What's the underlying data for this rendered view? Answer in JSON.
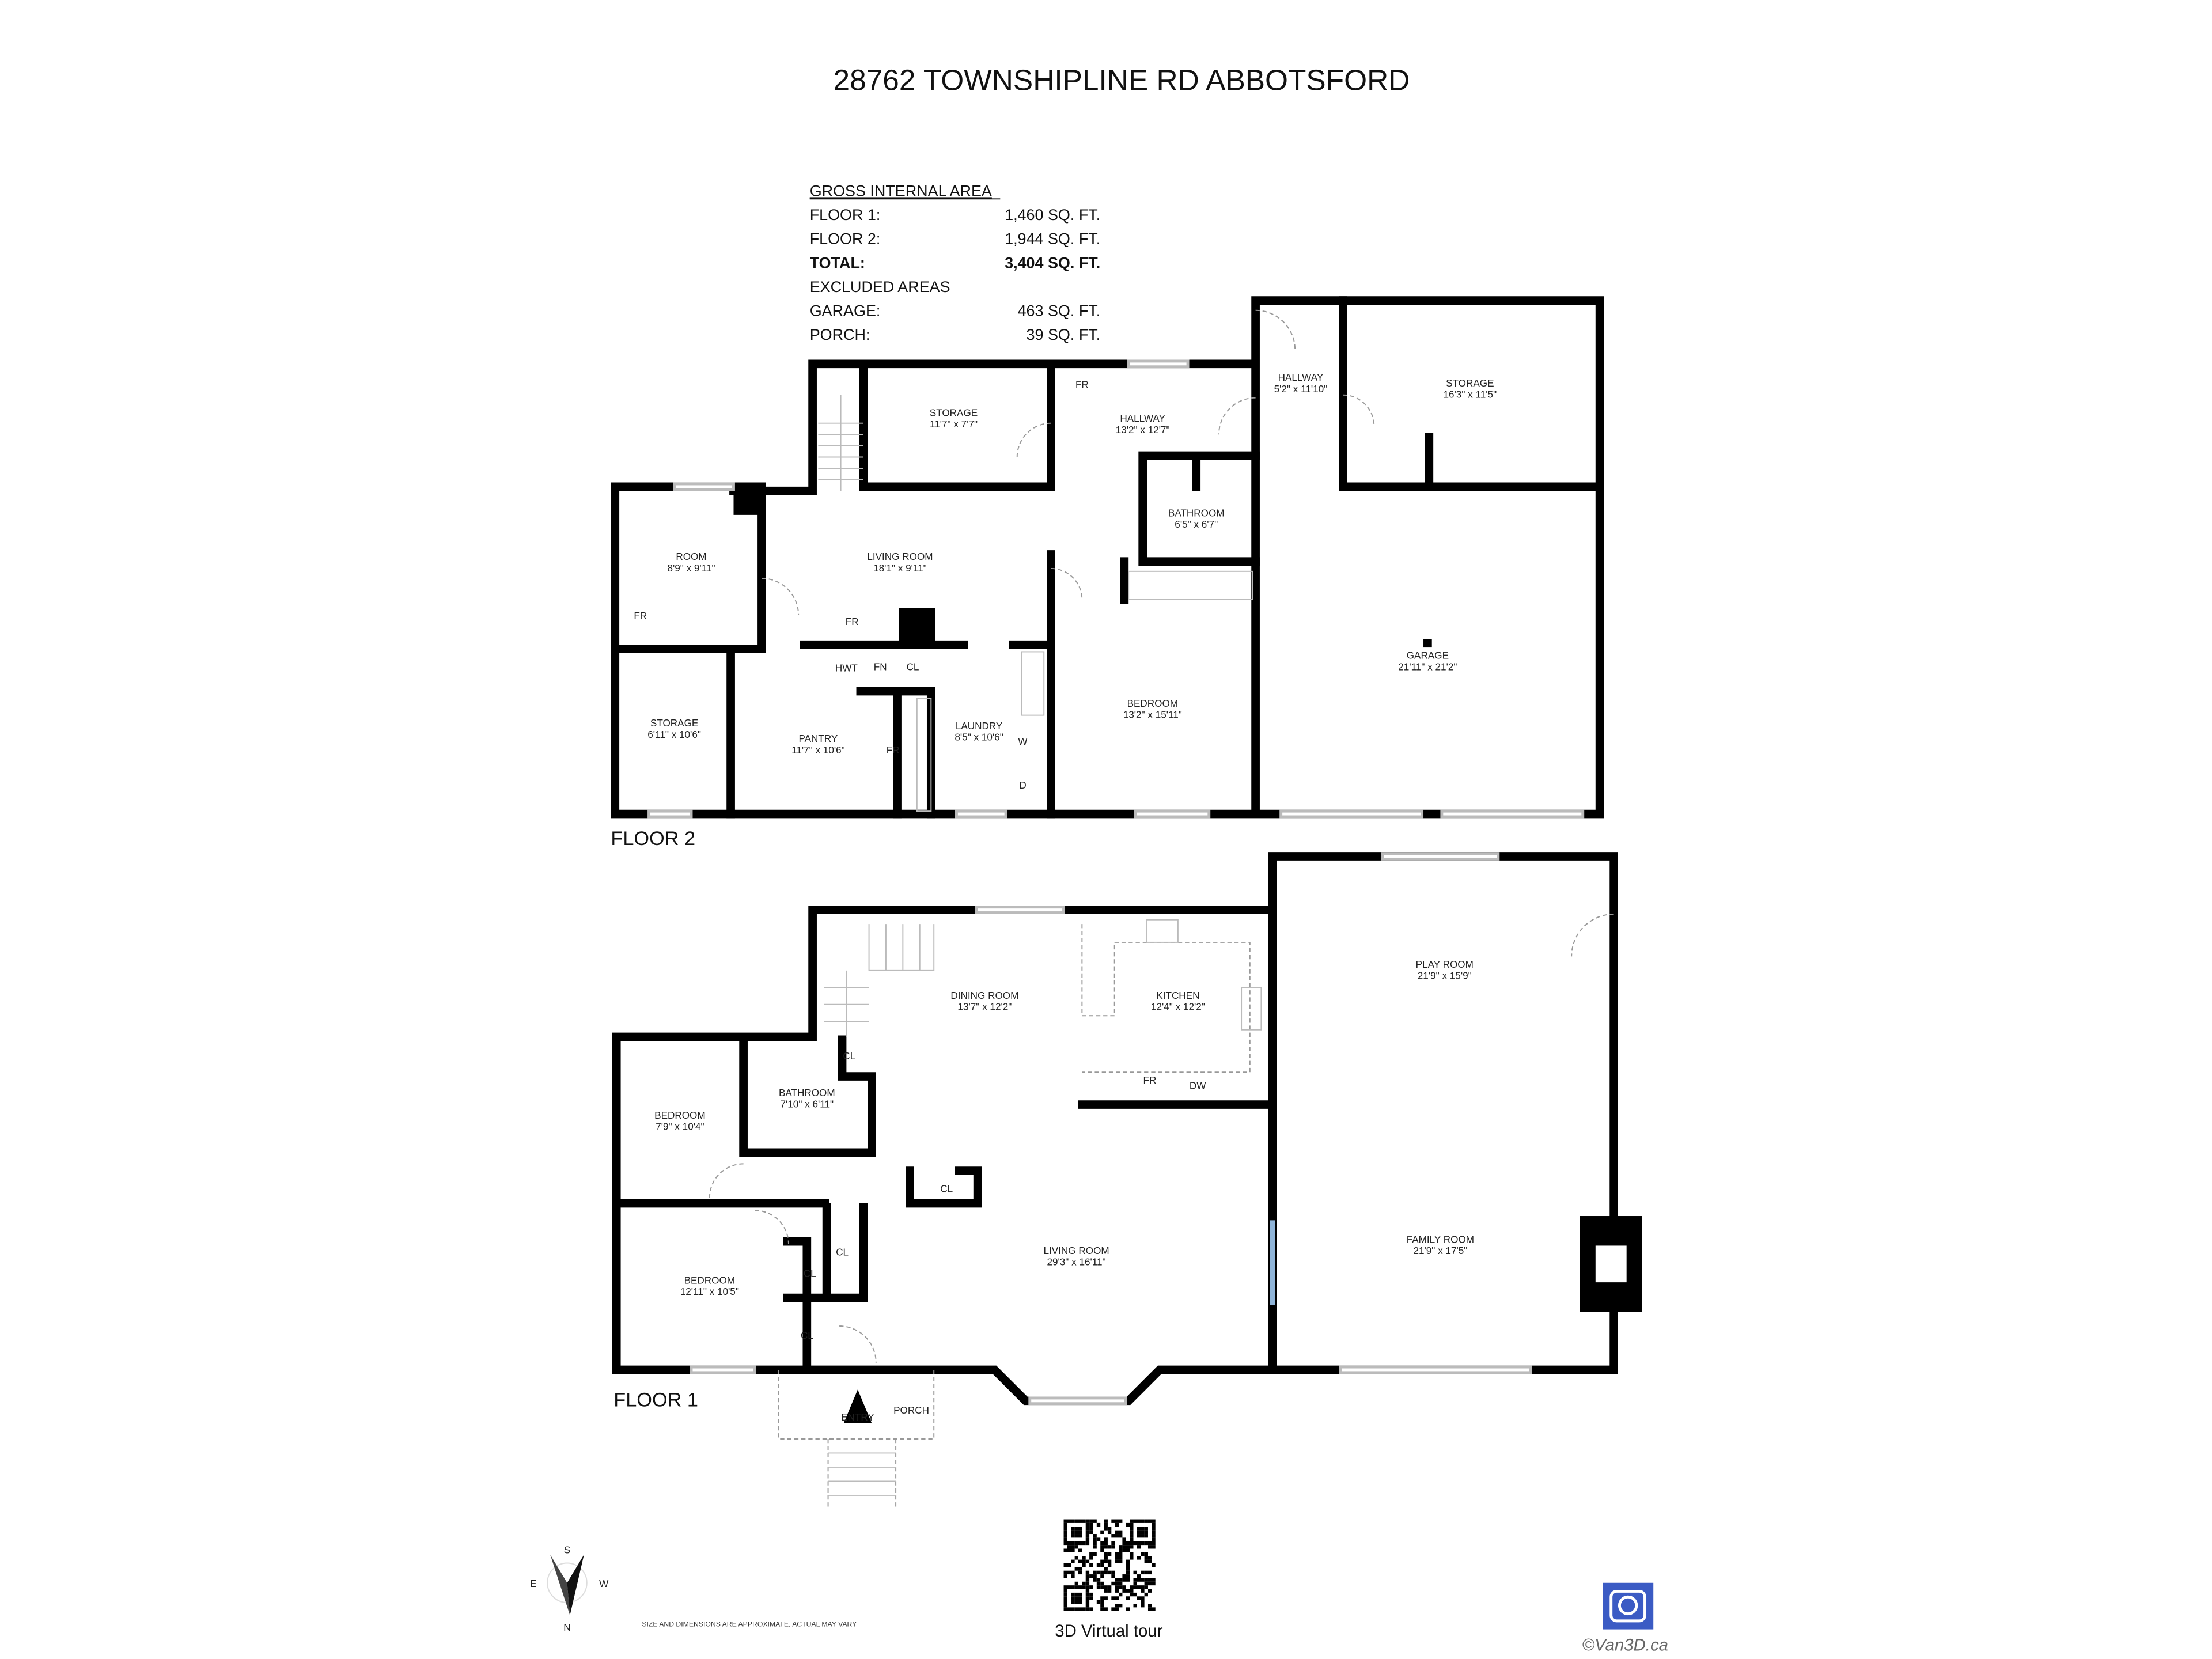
{
  "title": "28762 TOWNSHIPLINE RD ABBOTSFORD",
  "area_summary": {
    "heading": "GROSS INTERNAL AREA",
    "rows": [
      {
        "label": "FLOOR 1:",
        "value": "1,460 SQ. FT."
      },
      {
        "label": "FLOOR 2:",
        "value": "1,944 SQ. FT."
      },
      {
        "label": "TOTAL:",
        "value": "3,404 SQ. FT."
      }
    ],
    "excluded_heading": "EXCLUDED AREAS",
    "excluded_rows": [
      {
        "label": "GARAGE:",
        "value": "463 SQ. FT."
      },
      {
        "label": "PORCH:",
        "value": "39 SQ. FT."
      }
    ]
  },
  "floor2": {
    "label": "FLOOR 2",
    "rooms": [
      {
        "name": "STORAGE",
        "dims": "11'7\" x 7'7\""
      },
      {
        "name": "HALLWAY",
        "dims": "13'2\" x 12'7\""
      },
      {
        "name": "HALLWAY",
        "dims": "5'2\" x 11'10\""
      },
      {
        "name": "STORAGE",
        "dims": "16'3\" x 11'5\""
      },
      {
        "name": "ROOM",
        "dims": "8'9\" x 9'11\""
      },
      {
        "name": "LIVING ROOM",
        "dims": "18'1\" x 9'11\""
      },
      {
        "name": "BATHROOM",
        "dims": "6'5\" x 6'7\""
      },
      {
        "name": "GARAGE",
        "dims": "21'11\" x 21'2\""
      },
      {
        "name": "STORAGE",
        "dims": "6'11\" x 10'6\""
      },
      {
        "name": "PANTRY",
        "dims": "11'7\" x 10'6\""
      },
      {
        "name": "LAUNDRY",
        "dims": "8'5\" x 10'6\""
      },
      {
        "name": "BEDROOM",
        "dims": "13'2\" x 15'11\""
      }
    ],
    "fixtures": [
      "FR",
      "FR",
      "FR",
      "HWT",
      "FN",
      "CL",
      "FR",
      "W",
      "D"
    ]
  },
  "floor1": {
    "label": "FLOOR 1",
    "rooms": [
      {
        "name": "DINING ROOM",
        "dims": "13'7\" x 12'2\""
      },
      {
        "name": "KITCHEN",
        "dims": "12'4\" x 12'2\""
      },
      {
        "name": "PLAY ROOM",
        "dims": "21'9\" x 15'9\""
      },
      {
        "name": "BEDROOM",
        "dims": "7'9\" x 10'4\""
      },
      {
        "name": "BATHROOM",
        "dims": "7'10\" x 6'11\""
      },
      {
        "name": "LIVING ROOM",
        "dims": "29'3\" x 16'11\""
      },
      {
        "name": "FAMILY ROOM",
        "dims": "21'9\" x 17'5\""
      },
      {
        "name": "BEDROOM",
        "dims": "12'11\" x 10'5\""
      }
    ],
    "fixtures": [
      "CL",
      "FR",
      "DW",
      "CL",
      "CL",
      "CL",
      "CL"
    ],
    "entry": "ENTRY",
    "porch": "PORCH"
  },
  "compass": {
    "s": "S",
    "w": "W",
    "e": "E",
    "n": "N",
    "icon": "compass-icon"
  },
  "disclaimer": "SIZE AND DIMENSIONS ARE APPROXIMATE, ACTUAL MAY VARY",
  "qr": {
    "label": "3D Virtual tour",
    "icon": "qr-code-icon"
  },
  "brand": {
    "text": "©Van3D.ca",
    "icon": "camera-logo-icon",
    "color": "#3b5bc4"
  }
}
